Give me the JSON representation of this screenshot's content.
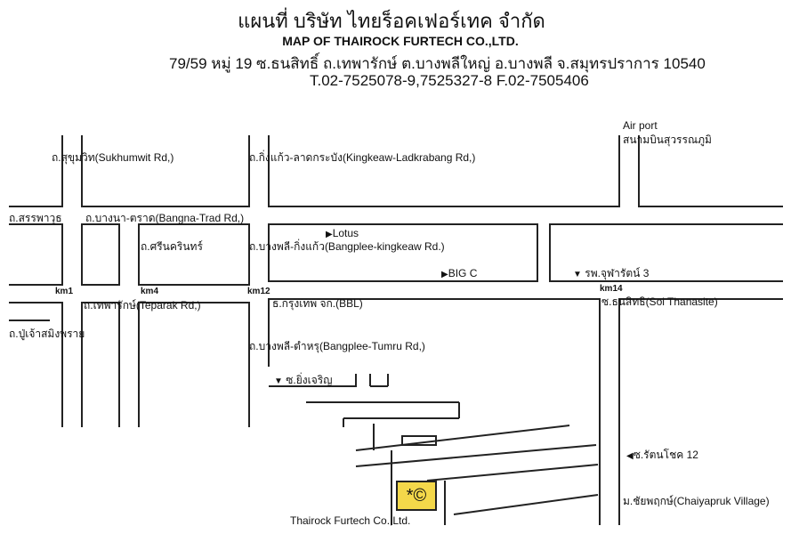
{
  "header": {
    "thai_title": "แผนที่ บริษัท ไทยร็อคเฟอร์เทค จำกัด",
    "english_title": "MAP OF THAIROCK FURTECH CO.,LTD.",
    "address": "79/59 หมู่ 19 ซ.ธนสิทธิ์ ถ.เทพารักษ์ ต.บางพลีใหญ่ อ.บางพลี จ.สมุทรปราการ 10540",
    "phones": "T.02-7525078-9,7525327-8 F.02-7505406"
  },
  "labels": {
    "airport_en": "Air port",
    "airport_th": "สนามบินสุวรรณภูมิ",
    "sukhumvit": "ถ.สุขุมวิท(Sukhumwit Rd,)",
    "kingkeaw": "ถ.กิ่งแก้ว-ลาดกระบัง(Kingkeaw-Ladkrabang Rd,)",
    "sanphawut": "ถ.สรรพาวุธ",
    "bangna": "ถ.บางนา-ตราด(Bangna-Trad Rd,)",
    "lotus": "Lotus",
    "srinakarin": "ถ.ศรีนครินทร์",
    "bangplee_kingkeaw": "ถ.บางพลี-กิ่งแก้ว(Bangplee-kingkeaw Rd.)",
    "bigc": "BIG C",
    "hospital": "รพ.จุฬารัตน์ 3",
    "teparak": "ถ.เทพารักษ์(Teparak Rd,)",
    "bbl": "ธ.กรุงเทพ จก.(BBL)",
    "thanasite": "ซ.ธนสิทธิ(Soi Thanasite)",
    "puchao": "ถ.ปู่เจ้าสมิงพราย",
    "bangplee_tumru": "ถ.บางพลี-ตำหรุ(Bangplee-Tumru Rd,)",
    "soi_yingcharoen": "ซ.ยิ่งเจริญ",
    "soi_rattanachot": "ซ.รัตนโชค 12",
    "chaiyapruk": "ม.ชัยพฤกษ์(Chaiyapruk Village)",
    "company": "Thairock Furtech Co.,Ltd.",
    "symbol": "*©"
  },
  "km_markers": {
    "km1": "km1",
    "km4": "km4",
    "km12": "km12",
    "km14": "km14"
  },
  "colors": {
    "lines": "#222222",
    "company_marker": "#f4d84a"
  }
}
